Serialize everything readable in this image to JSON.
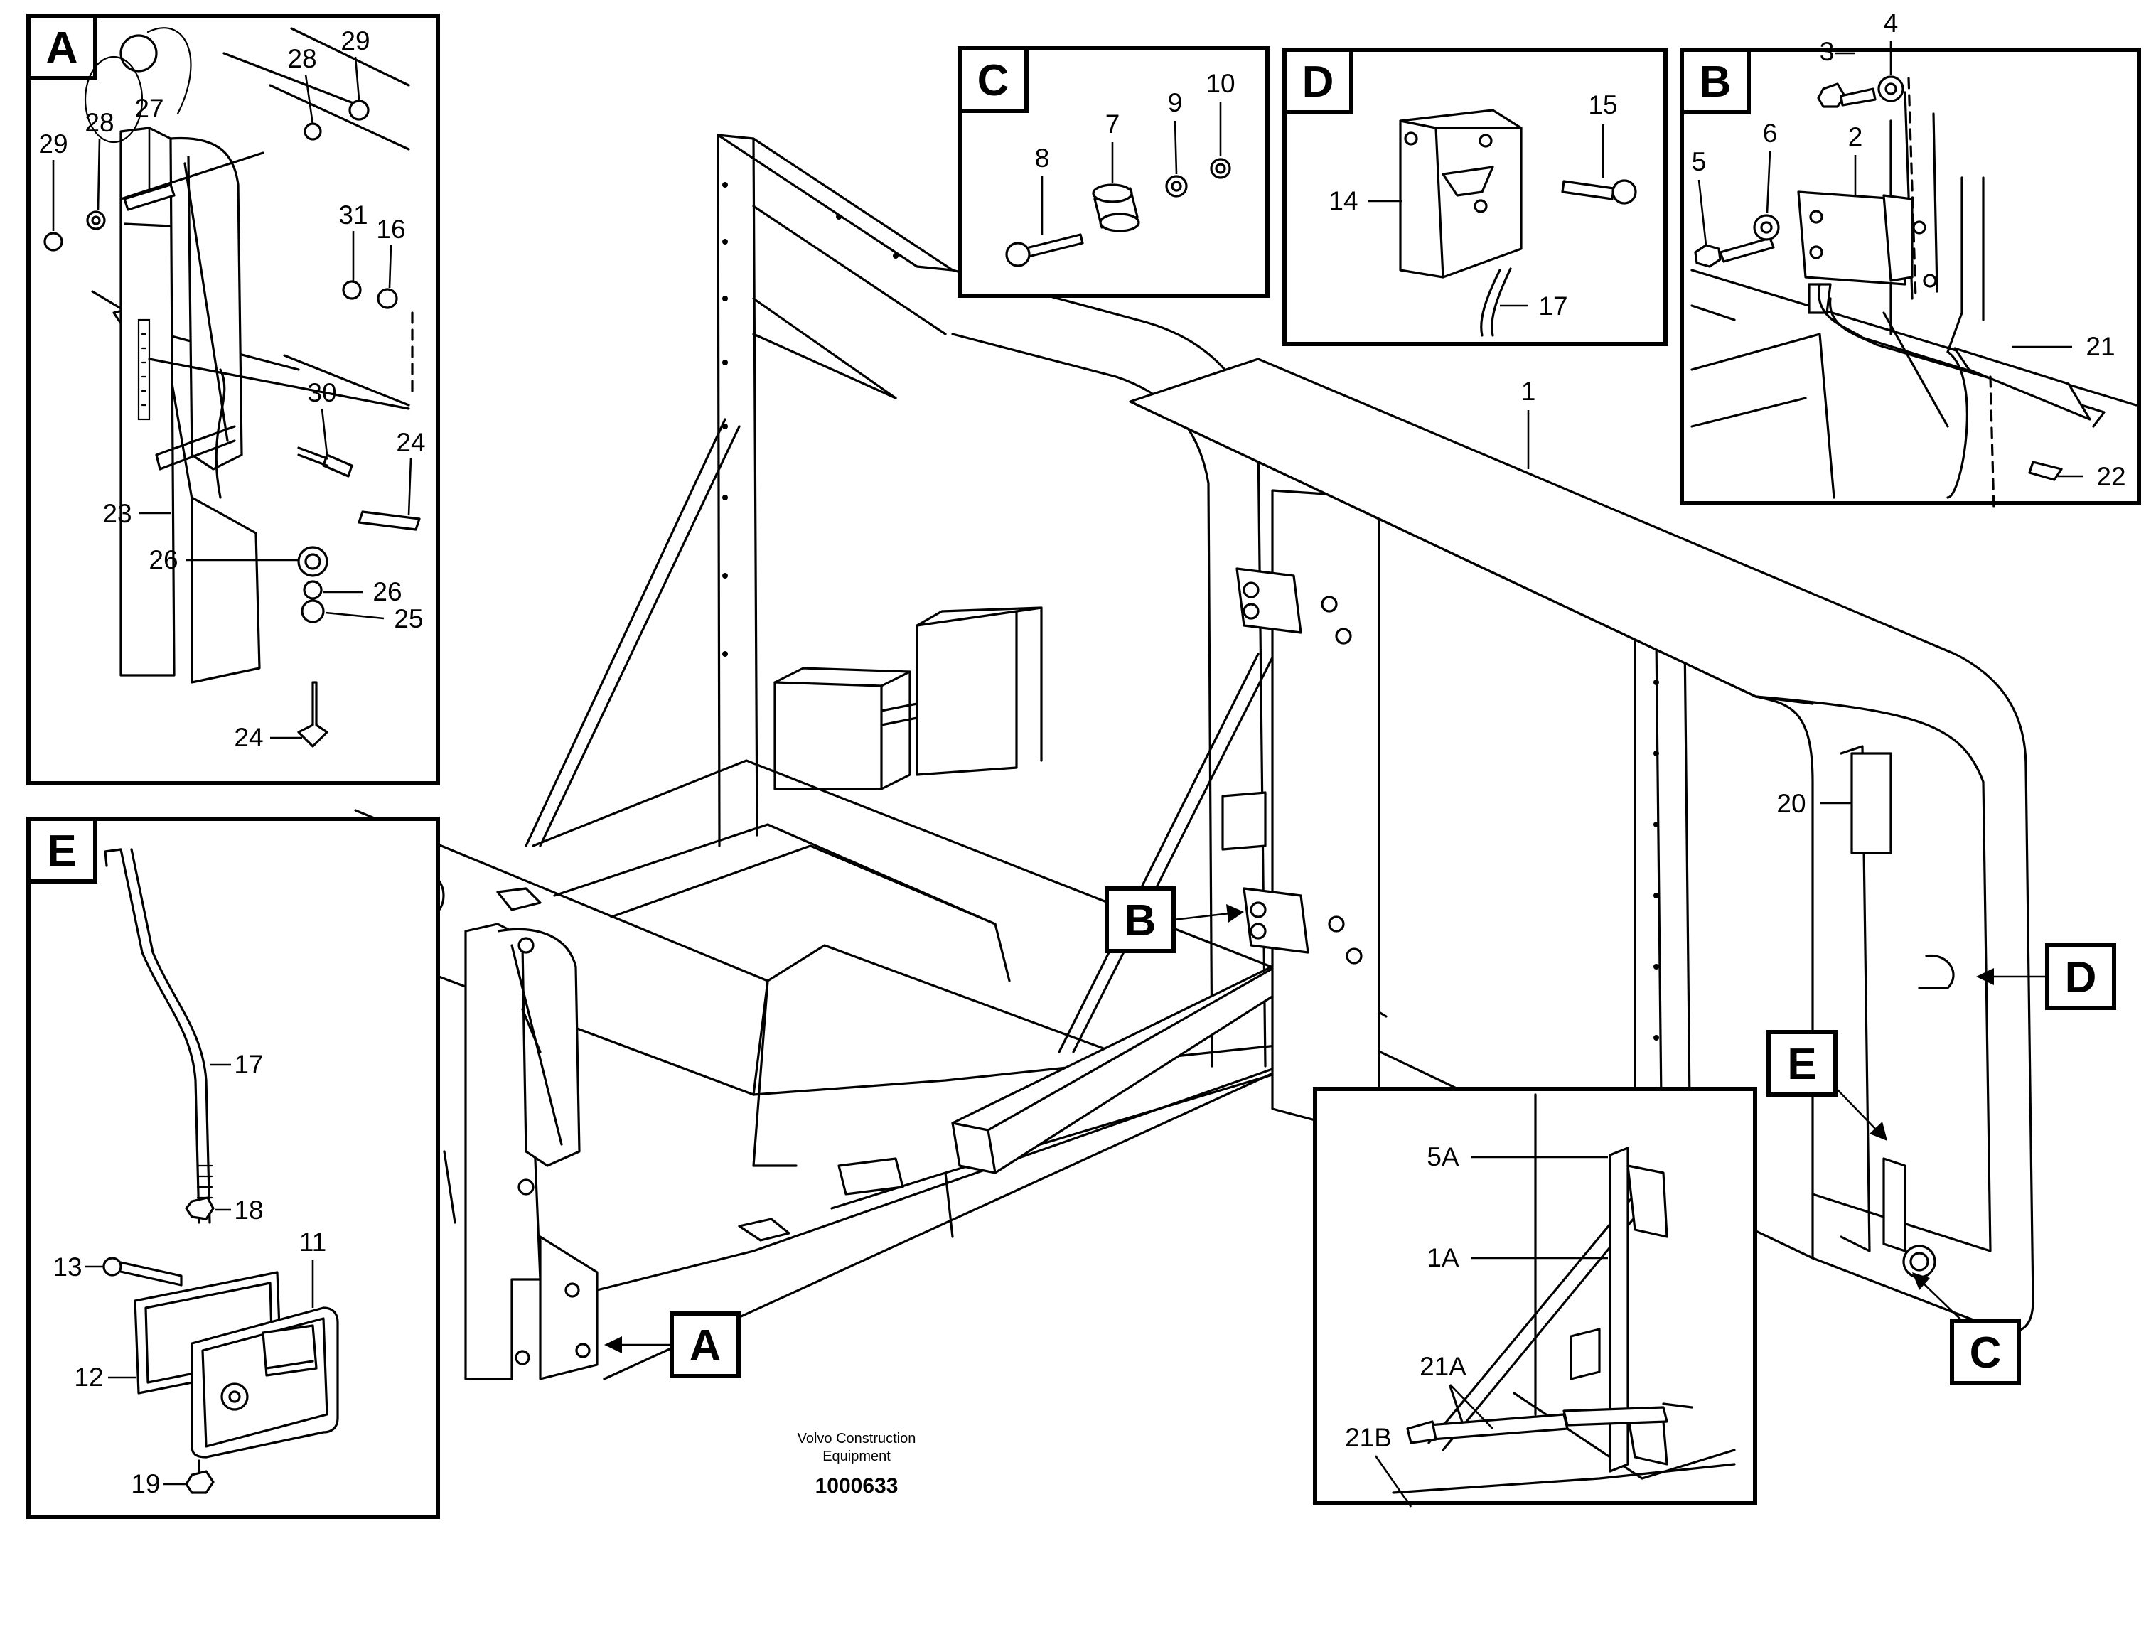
{
  "publisher": {
    "line1": "Volvo Construction",
    "line2": "Equipment"
  },
  "drawing_number": "1000633",
  "detail_letters": {
    "a": "A",
    "b": "B",
    "c": "C",
    "d": "D",
    "e": "E"
  },
  "callouts": {
    "p1": "1",
    "p2": "2",
    "p3": "3",
    "p4": "4",
    "p5": "5",
    "p6": "6",
    "p7": "7",
    "p8": "8",
    "p9": "9",
    "p10": "10",
    "p11": "11",
    "p12": "12",
    "p13": "13",
    "p14": "14",
    "p15": "15",
    "p16": "16",
    "p17": "17",
    "p18": "18",
    "p19": "19",
    "p20": "20",
    "p21": "21",
    "p22": "22",
    "p23": "23",
    "p24": "24",
    "p25": "25",
    "p26": "26",
    "p27": "27",
    "p28": "28",
    "p29": "29",
    "p30": "30",
    "p31": "31",
    "p1a": "1A",
    "p5a": "5A",
    "p21a": "21A",
    "p21b": "21B"
  }
}
